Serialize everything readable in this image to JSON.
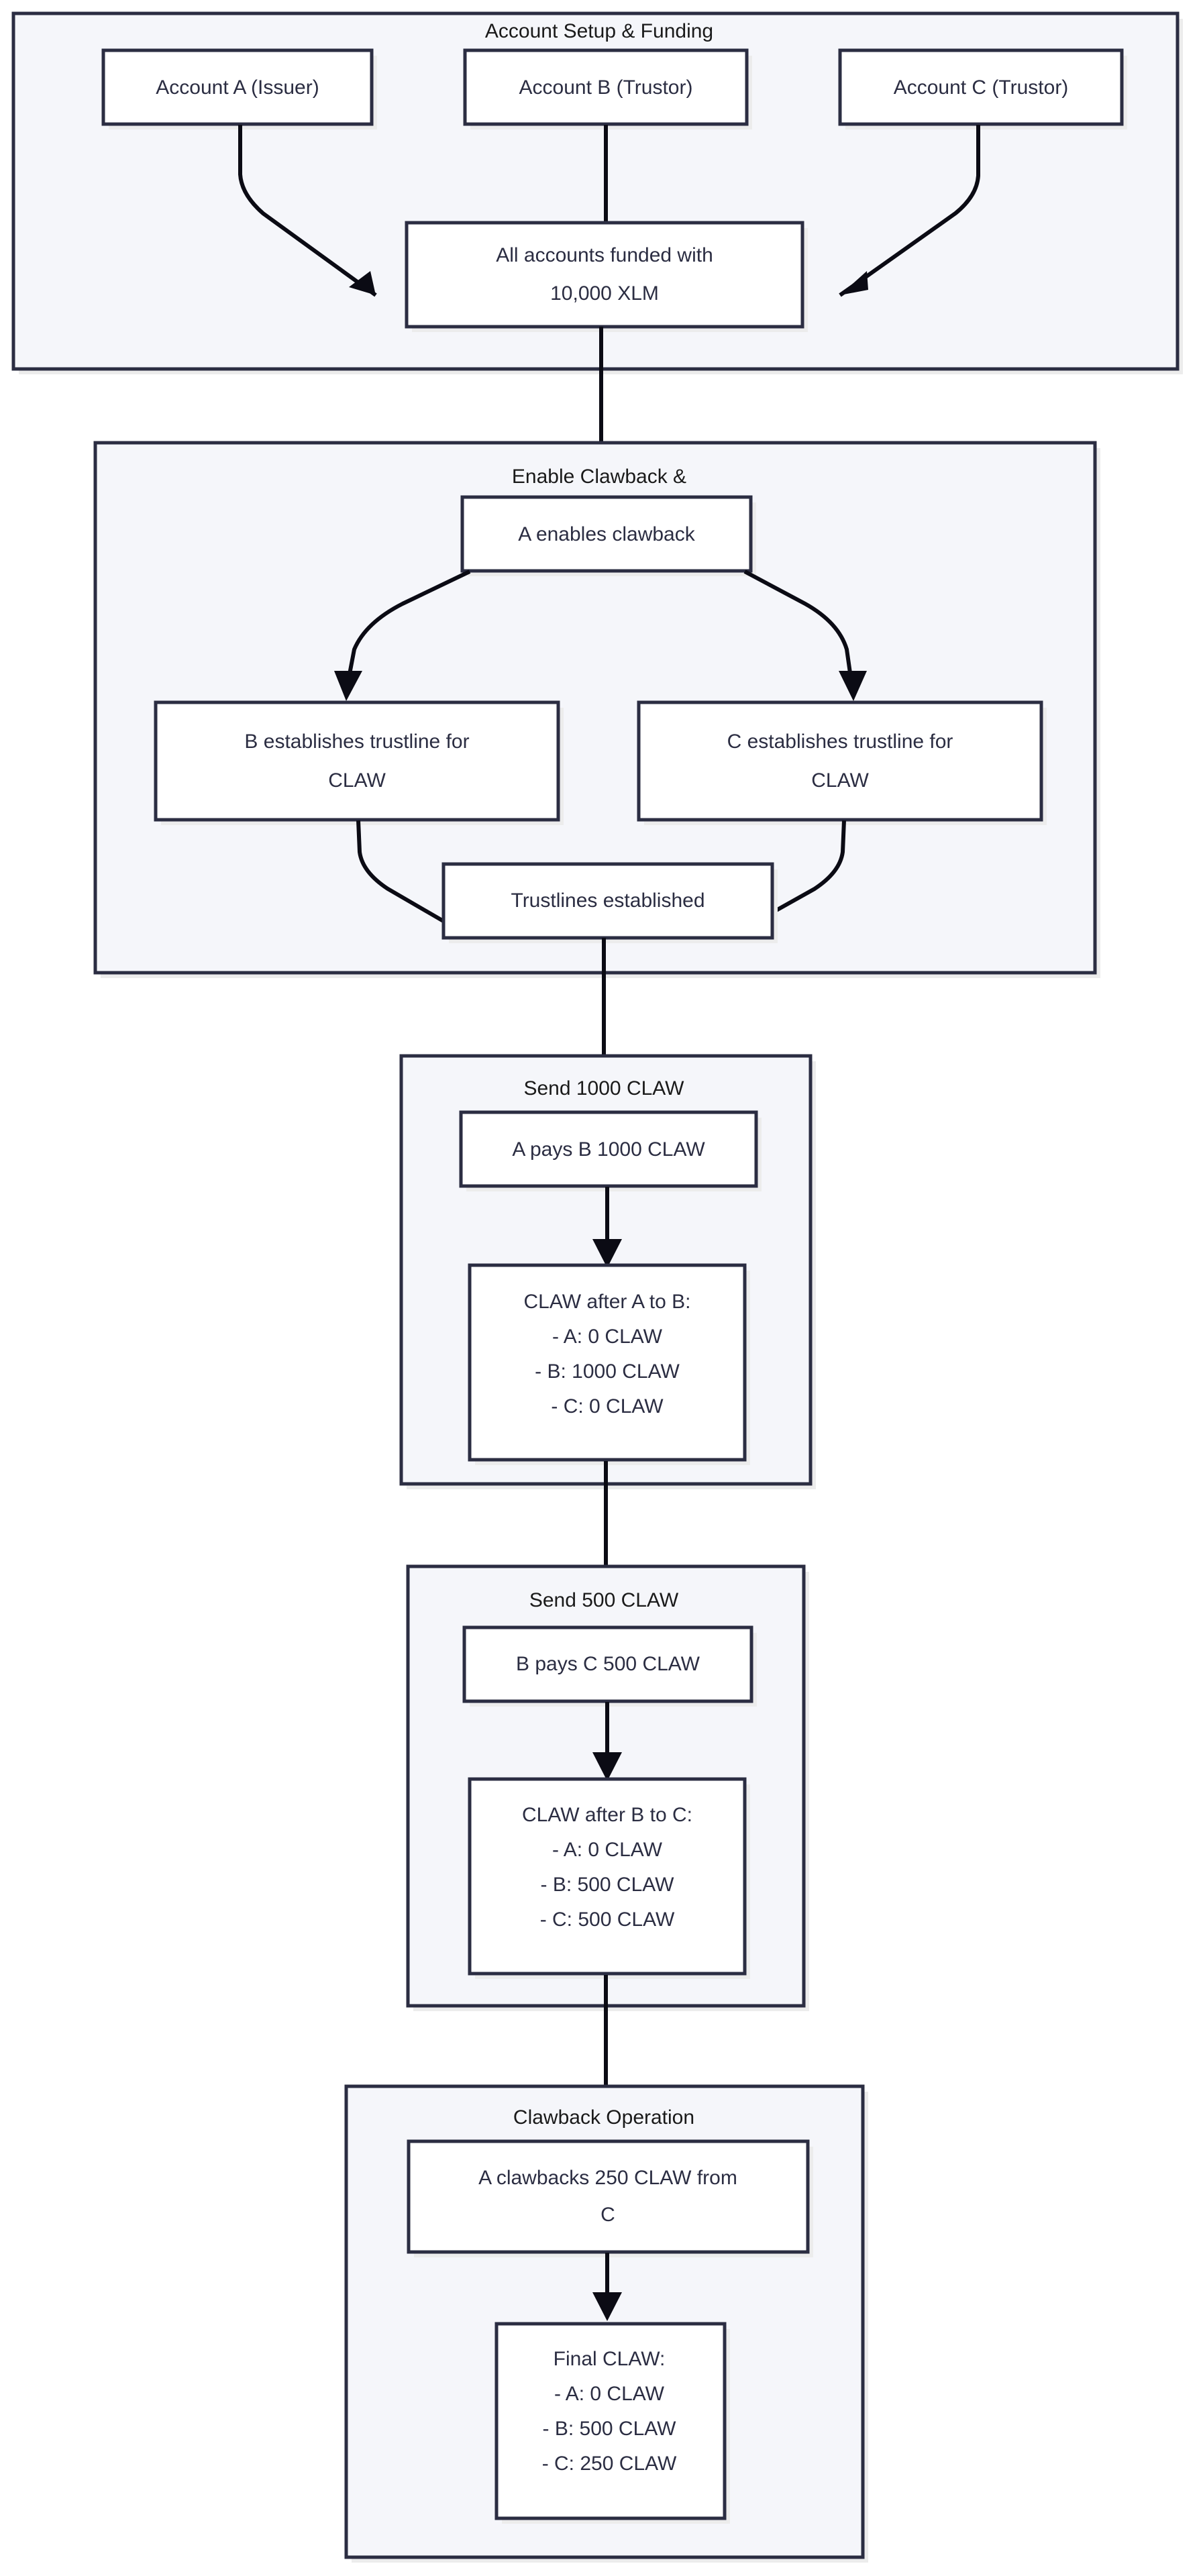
{
  "diagram": {
    "type": "flowchart",
    "direction": "top-down",
    "title_present": false,
    "colors": {
      "cluster_fill": "#f5f6fa",
      "cluster_stroke": "#2b2d42",
      "node_fill": "#ffffff",
      "node_stroke": "#2b2d42",
      "edge_stroke": "#0b0b14",
      "label_text": "#2b2d42",
      "cluster_title_text": "#1a1a1a",
      "shadow": "#ececec",
      "page_background": "#ffffff"
    },
    "clusters": [
      {
        "id": "c1",
        "title": "Account Setup & Funding"
      },
      {
        "id": "c2",
        "title": "Enable Clawback &"
      },
      {
        "id": "c3",
        "title": "Send 1000 CLAW"
      },
      {
        "id": "c4",
        "title": "Send 500 CLAW"
      },
      {
        "id": "c5",
        "title": "Clawback Operation"
      }
    ],
    "nodes": [
      {
        "id": "n_a",
        "cluster": "c1",
        "lines": [
          "Account A (Issuer)"
        ]
      },
      {
        "id": "n_b",
        "cluster": "c1",
        "lines": [
          "Account B (Trustor)"
        ]
      },
      {
        "id": "n_c",
        "cluster": "c1",
        "lines": [
          "Account C (Trustor)"
        ]
      },
      {
        "id": "n_funded",
        "cluster": "c1",
        "lines": [
          "All accounts funded with",
          "10,000 XLM"
        ]
      },
      {
        "id": "n_enable",
        "cluster": "c2",
        "lines": [
          "A enables clawback"
        ]
      },
      {
        "id": "n_tb",
        "cluster": "c2",
        "lines": [
          "B establishes trustline for",
          "CLAW"
        ]
      },
      {
        "id": "n_tc",
        "cluster": "c2",
        "lines": [
          "C establishes trustline for",
          "CLAW"
        ]
      },
      {
        "id": "n_tl",
        "cluster": "c2",
        "lines": [
          "Trustlines established"
        ]
      },
      {
        "id": "n_pay1",
        "cluster": "c3",
        "lines": [
          "A pays B 1000 CLAW"
        ]
      },
      {
        "id": "n_bal1",
        "cluster": "c3",
        "lines": [
          "CLAW after A to B:",
          "- A: 0 CLAW",
          "- B: 1000 CLAW",
          "- C: 0 CLAW"
        ]
      },
      {
        "id": "n_pay2",
        "cluster": "c4",
        "lines": [
          "B pays C 500 CLAW"
        ]
      },
      {
        "id": "n_bal2",
        "cluster": "c4",
        "lines": [
          "CLAW after B to C:",
          "- A: 0 CLAW",
          "- B: 500 CLAW",
          "- C: 500 CLAW"
        ]
      },
      {
        "id": "n_claw",
        "cluster": "c5",
        "lines": [
          "A clawbacks 250 CLAW from",
          "C"
        ]
      },
      {
        "id": "n_final",
        "cluster": "c5",
        "lines": [
          "Final CLAW:",
          "- A: 0 CLAW",
          "- B: 500 CLAW",
          "- C: 250 CLAW"
        ]
      }
    ],
    "edges": [
      {
        "from": "n_a",
        "to": "n_funded"
      },
      {
        "from": "n_b",
        "to": "n_funded"
      },
      {
        "from": "n_c",
        "to": "n_funded"
      },
      {
        "from": "n_funded",
        "to": "n_enable"
      },
      {
        "from": "n_enable",
        "to": "n_tb"
      },
      {
        "from": "n_enable",
        "to": "n_tc"
      },
      {
        "from": "n_tb",
        "to": "n_tl"
      },
      {
        "from": "n_tc",
        "to": "n_tl"
      },
      {
        "from": "n_tl",
        "to": "n_pay1"
      },
      {
        "from": "n_pay1",
        "to": "n_bal1"
      },
      {
        "from": "n_bal1",
        "to": "n_pay2"
      },
      {
        "from": "n_pay2",
        "to": "n_bal2"
      },
      {
        "from": "n_bal2",
        "to": "n_claw"
      },
      {
        "from": "n_claw",
        "to": "n_final"
      }
    ]
  },
  "labels": {
    "cluster_1_title": "Account Setup & Funding",
    "cluster_2_title": "Enable Clawback &",
    "cluster_3_title": "Send 1000 CLAW",
    "cluster_4_title": "Send 500 CLAW",
    "cluster_5_title": "Clawback Operation",
    "n_a_l1": "Account A (Issuer)",
    "n_b_l1": "Account B (Trustor)",
    "n_c_l1": "Account C (Trustor)",
    "n_funded_l1": "All accounts funded with",
    "n_funded_l2": "10,000 XLM",
    "n_enable_l1": "A enables clawback",
    "n_tb_l1": "B establishes trustline for",
    "n_tb_l2": "CLAW",
    "n_tc_l1": "C establishes trustline for",
    "n_tc_l2": "CLAW",
    "n_tl_l1": "Trustlines established",
    "n_pay1_l1": "A pays B 1000 CLAW",
    "n_bal1_l1": "CLAW after A to B:",
    "n_bal1_l2": "- A: 0 CLAW",
    "n_bal1_l3": "- B: 1000 CLAW",
    "n_bal1_l4": "- C: 0 CLAW",
    "n_pay2_l1": "B pays C 500 CLAW",
    "n_bal2_l1": "CLAW after B to C:",
    "n_bal2_l2": "- A: 0 CLAW",
    "n_bal2_l3": "- B: 500 CLAW",
    "n_bal2_l4": "- C: 500 CLAW",
    "n_claw_l1": "A clawbacks 250 CLAW from",
    "n_claw_l2": "C",
    "n_final_l1": "Final CLAW:",
    "n_final_l2": "- A: 0 CLAW",
    "n_final_l3": "- B: 500 CLAW",
    "n_final_l4": "- C: 250 CLAW"
  }
}
